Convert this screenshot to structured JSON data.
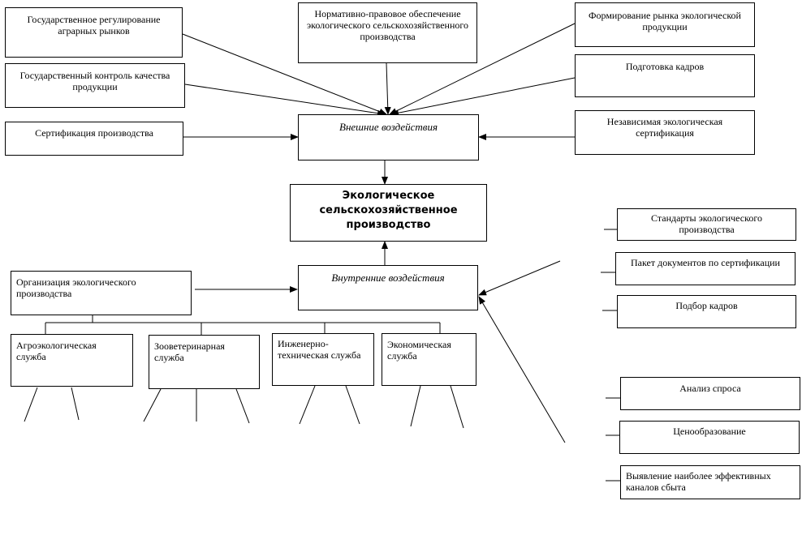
{
  "diagram": {
    "external": {
      "regulation": "Государственное регулирование аграрных рынков",
      "normative": "Нормативно-правовое обеспечение экологического сельскохозяйственного производства",
      "market": "Формирование рынка экологической продукции",
      "quality_control": "Государственный контроль качества продукции",
      "personnel": "Подготовка кадров",
      "certification": "Сертификация производства",
      "independent_cert": "Независимая экологическая сертификация",
      "center": "Внешние воздействия"
    },
    "main": "Экологическое сельскохозяйственное производство",
    "internal": {
      "organization": "Организация экологического производства",
      "center": "Внутренние воздействия",
      "services": {
        "agro": "Агроэкологическая служба",
        "zoo": "Зооветеринарная служба",
        "engineering": "Инженерно-техническая служба",
        "economic": "Экономическая служба"
      }
    },
    "right_group_1": {
      "standards": "Стандарты экологического производства",
      "documents": "Пакет документов по сертификации",
      "staff": "Подбор кадров"
    },
    "right_group_2": {
      "demand": "Анализ спроса",
      "pricing": "Ценообразование",
      "channels": "Выявление наиболее эффективных каналов сбыта"
    }
  }
}
